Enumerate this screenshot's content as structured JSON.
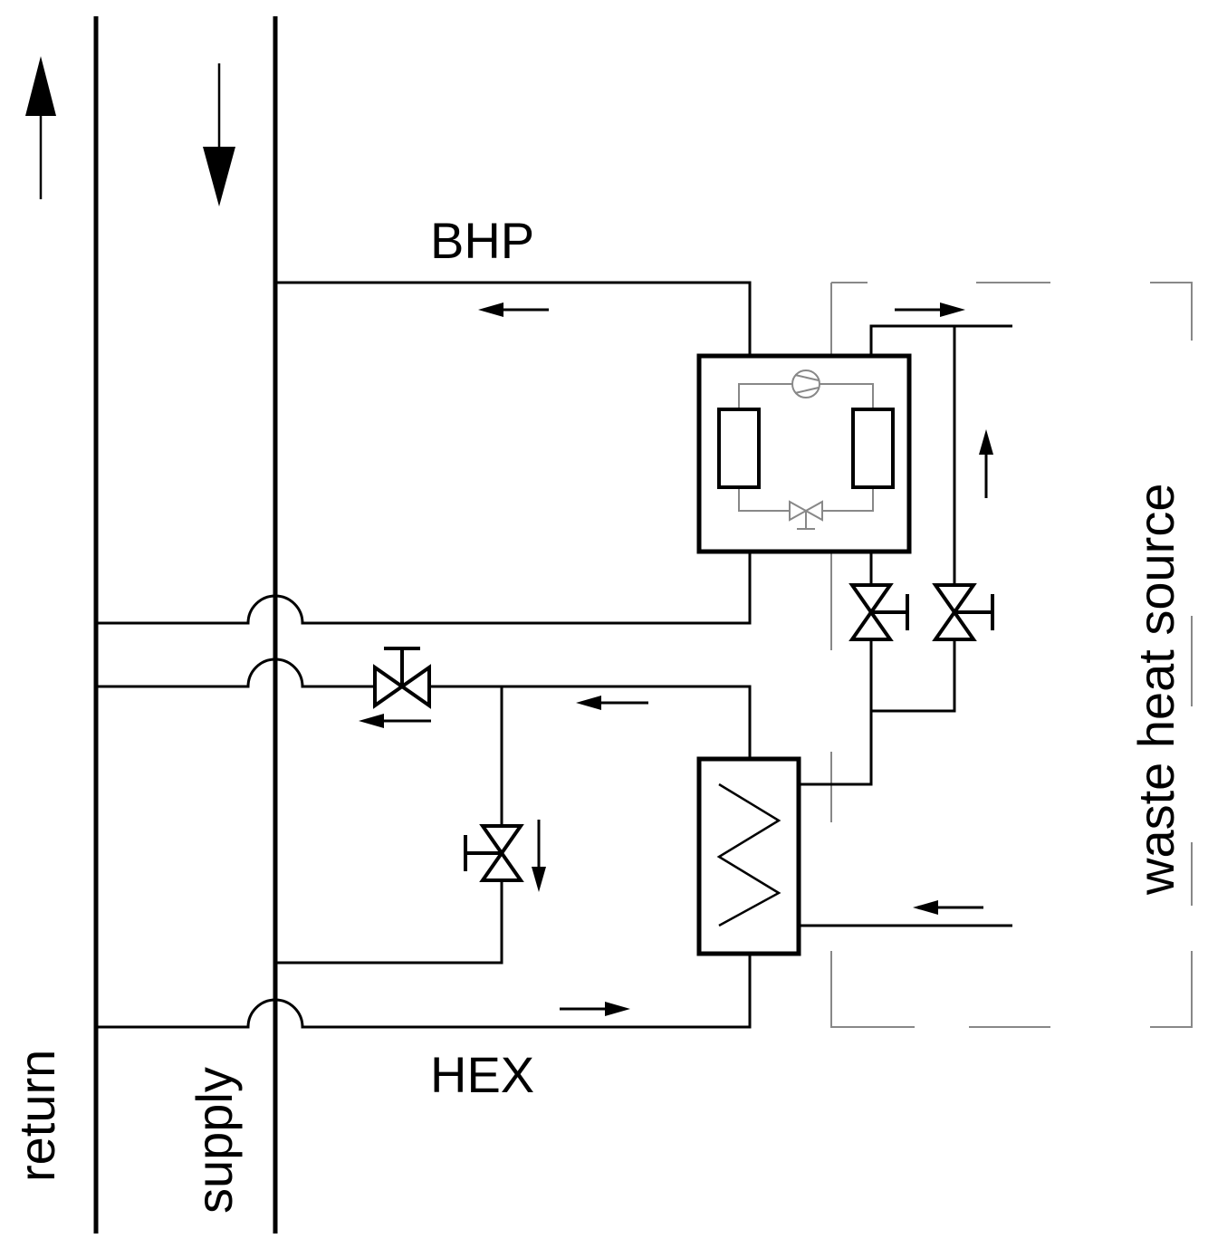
{
  "labels": {
    "return": "return",
    "supply": "supply",
    "bhp": "BHP",
    "hex": "HEX",
    "waste_heat_source": "waste heat source"
  },
  "colors": {
    "line": "#000000",
    "boundary": "#888888",
    "background": "#ffffff"
  }
}
